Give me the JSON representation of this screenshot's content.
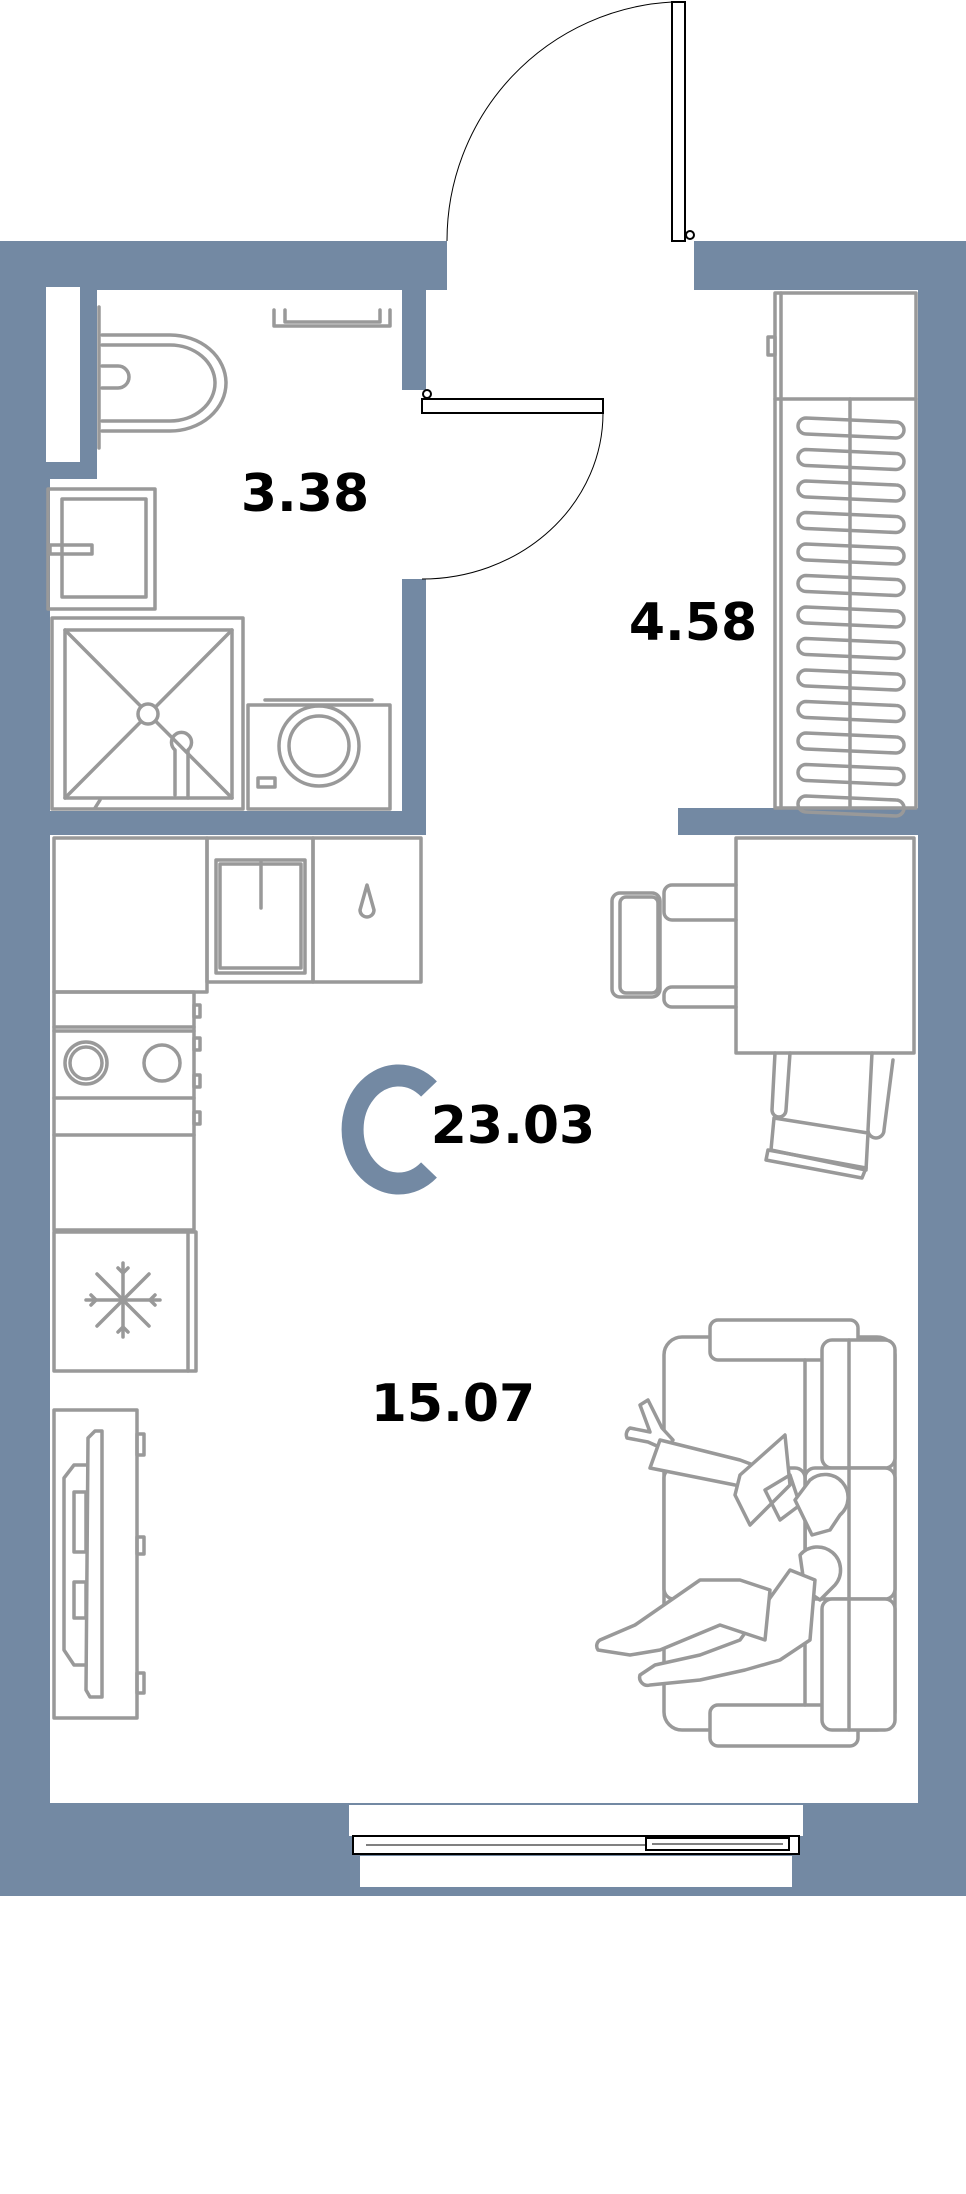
{
  "plan": {
    "total_area": "23.03",
    "logo_letter": "C",
    "rooms": [
      {
        "id": "bathroom",
        "area": "3.38"
      },
      {
        "id": "hall",
        "area": "4.58"
      },
      {
        "id": "living",
        "area": "15.07"
      }
    ]
  },
  "colors": {
    "wall": "#7389a3",
    "fixtures": "#999999",
    "text": "#000000"
  }
}
